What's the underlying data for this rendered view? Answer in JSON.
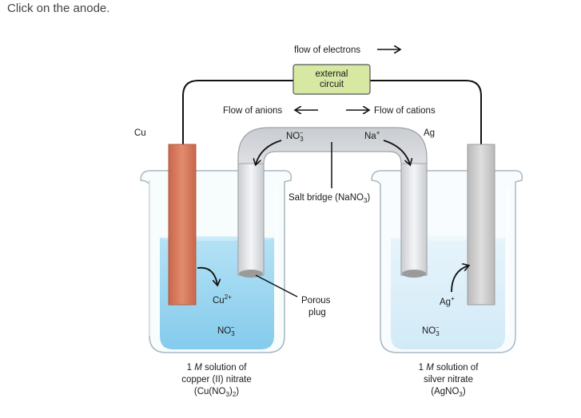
{
  "question": {
    "prompt": "Click on the anode."
  },
  "diagram": {
    "electron_flow": "flow of electrons",
    "external_circuit": [
      "external",
      "circuit"
    ],
    "anion_flow": "Flow of anions",
    "cation_flow": "Flow of cations",
    "electrodes": {
      "left": "Cu",
      "right": "Ag"
    },
    "bridge_ions": {
      "anion": "NO",
      "anion_sub": "3",
      "anion_sup": "−",
      "cation": "Na",
      "cation_sup": "+"
    },
    "salt_bridge": {
      "text": "Salt bridge (NaNO",
      "sub": "3",
      "close": ")"
    },
    "porous_plug": [
      "Porous",
      "plug"
    ],
    "left_beaker": {
      "ion1": "Cu",
      "ion1_sup": "2+",
      "ion2": "NO",
      "ion2_sub": "3",
      "ion2_sup": "−",
      "caption_line1_num": "1 ",
      "caption_line1_M": "M",
      "caption_line1_rest": " solution of",
      "caption_line2": "copper (II) nitrate",
      "caption_line3_a": "(Cu(NO",
      "caption_line3_sub": "3",
      "caption_line3_b": ")",
      "caption_line3_sub2": "2",
      "caption_line3_c": ")"
    },
    "right_beaker": {
      "ion1": "Ag",
      "ion1_sup": "+",
      "ion2": "NO",
      "ion2_sub": "3",
      "ion2_sup": "−",
      "caption_line1_num": "1 ",
      "caption_line1_M": "M",
      "caption_line1_rest": " solution of",
      "caption_line2": "silver nitrate",
      "caption_line3_a": "(AgNO",
      "caption_line3_sub": "3",
      "caption_line3_b": ")"
    },
    "colors": {
      "copper": "#d9775a",
      "silver": "#cfcfcf",
      "cu_solution": "#7fcbef",
      "ag_solution": "#cfe9f7",
      "circuit_box": "#d6e8a2"
    }
  }
}
